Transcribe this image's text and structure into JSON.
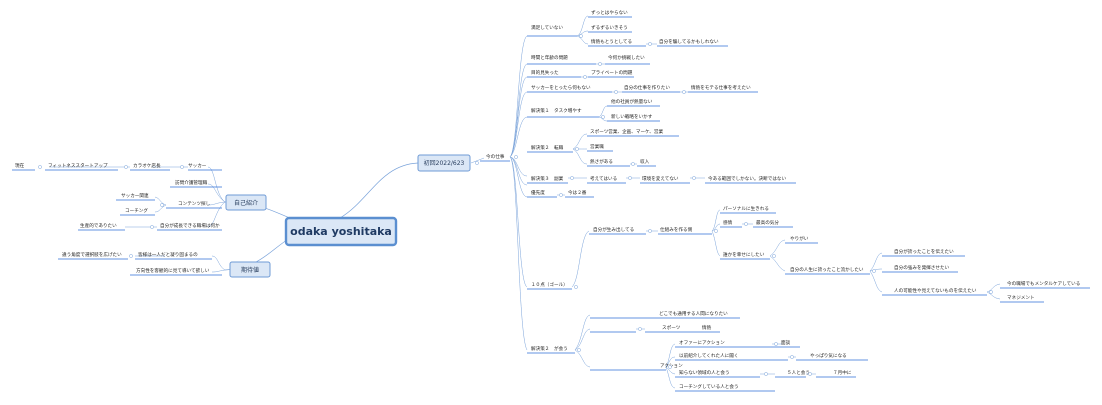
{
  "root": {
    "title": "odaka yoshitaka"
  },
  "jiko": {
    "title": "自己紹介",
    "rows": [
      "サッカー",
      "訪問介護管理職",
      "コンテンツ探し",
      "自分が成長できる職場は何か"
    ],
    "career": [
      "現在",
      "フィットネススタートアップ",
      "カラオケ店長"
    ],
    "content_children": [
      "サッカー関連",
      "コーチング"
    ],
    "growth_child": "生産的でありたい"
  },
  "kitai": {
    "title": "期待値",
    "rows": [
      "皆様は一人だと凝り固まるの",
      "方向性を客観的に見て導いて欲しい"
    ],
    "child": "違う角度で選択肢を広げたい"
  },
  "shokai": {
    "title": "初回2022/623",
    "child": "今の仕事"
  },
  "shigoto": {
    "manzoku": "満足していない",
    "manzoku_children": [
      "ずっとはやらない",
      "ずるずるいきそう",
      "情熱もとうとしてる"
    ],
    "jibun_damasu": "自分を騙してるかもしれない",
    "jikan": "時間と年齢の問題",
    "jikan_child": "今何か挑戦したい",
    "mokuteki": "目的見失った",
    "mokuteki_child": "プライベートの問題",
    "soccer": "サッカーをとったら何もない",
    "soccer_child": "自分の仕事を作りたい",
    "soccer_grand": "情熱をモテる仕事を考えたい",
    "kaiketsu1": "解決策１　タスク増やす",
    "kaiketsu1_children": [
      "他の社員が熱量ない",
      "新しい戦略をいかす"
    ],
    "kaiketsu2": "解決策２　転職",
    "kaiketsu2_children": [
      "スポーツ営業、企画、マーケ、営業",
      "営業職",
      "熱さがある"
    ],
    "shunyu": "収入",
    "kaiketsu3": "解決策３　副業",
    "kaiketsu3_chain": [
      "考えてはいる",
      "環境を変えてない",
      "今ある範囲でしかない。決断ではない"
    ],
    "yusen": "優先度",
    "yusen_child": "今は２番"
  },
  "goal": {
    "title": "１０点（ゴール）",
    "umidasu": "自分が生み出してる",
    "shikumi": "仕組みを作る側",
    "shikumi_children": [
      "パーソナルに生きれる",
      "感情",
      "誰かを幸せにしたい"
    ],
    "saiko": "最高の気分",
    "yarigai": "やりがい",
    "jinsei": "自分の人生に誇ったこと流かしたい",
    "jinsei_children": [
      "自分が誇ったことを伝えたい",
      "自分の強みを発揮させたい",
      "人の可能性や見えてないものを伝えたい"
    ],
    "kanou_children": [
      "今の職場でもメンタルケアしている",
      "マネジメント"
    ]
  },
  "kaiketsu_b": {
    "title": "解決策２　が会う",
    "dokodemo": "どこでも通用する人間になりたい",
    "sports": "スポーツ",
    "jonetsu": "情熱",
    "action": "アクション",
    "action_children": [
      "オファーにアクション",
      "以前紹介してくれた人に聞く",
      "知らない領域の人と会う",
      "コーチングしている人と会う"
    ],
    "mendan": "面談",
    "yappari": "やっぱり気になる",
    "goninto": "５人と会う",
    "shichigatsu": "７月中に"
  }
}
